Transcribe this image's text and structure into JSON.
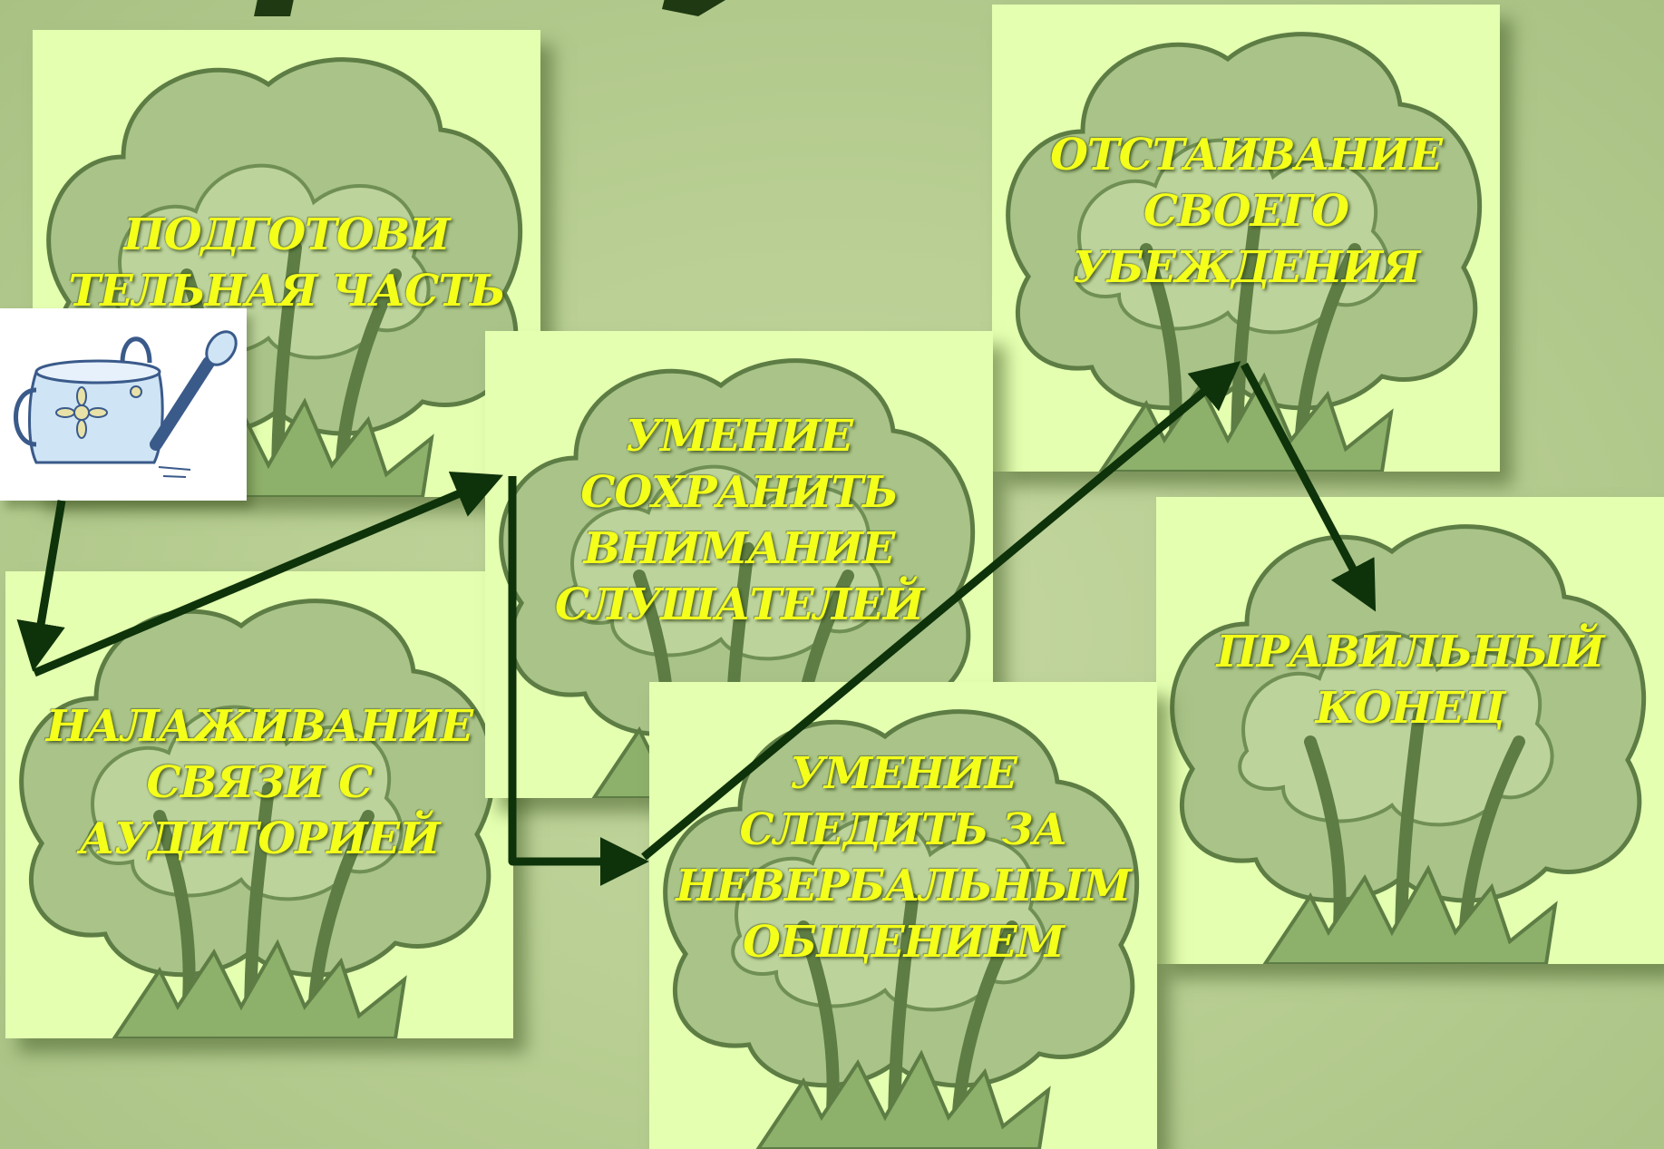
{
  "colors": {
    "background": "#b9cf93",
    "card": "#e4ffb0",
    "label_text": "#f4ff1a",
    "arrow": "#0e330a",
    "bush_light": "#aac48a",
    "bush_dark": "#6f8f55"
  },
  "steps": [
    {
      "id": "preparation",
      "label": "ПОДГОТОВИ\nТЕЛЬНАЯ ЧАСТЬ"
    },
    {
      "id": "audience-connection",
      "label": "НАЛАЖИВАНИЕ\nСВЯЗИ С\nАУДИТОРИЕЙ"
    },
    {
      "id": "keep-attention",
      "label": "УМЕНИЕ\nСОХРАНИТЬ\nВНИМАНИЕ\nСЛУШАТЕЛЕЙ"
    },
    {
      "id": "nonverbal",
      "label": "УМЕНИЕ\nСЛЕДИТЬ ЗА\nНЕВЕРБАЛЬНЫМ\nОБЩЕНИЕМ"
    },
    {
      "id": "defending-belief",
      "label": "ОТСТАИВАНИЕ\nСВОЕГО\nУБЕЖДЕНИЯ"
    },
    {
      "id": "proper-ending",
      "label": "ПРАВИЛЬНЫЙ\nКОНЕЦ"
    }
  ],
  "flow": [
    "preparation",
    "audience-connection",
    "keep-attention",
    "nonverbal",
    "defending-belief",
    "proper-ending"
  ],
  "icons": {
    "watering_can": "watering-can-icon",
    "bush": "bush-icon"
  }
}
